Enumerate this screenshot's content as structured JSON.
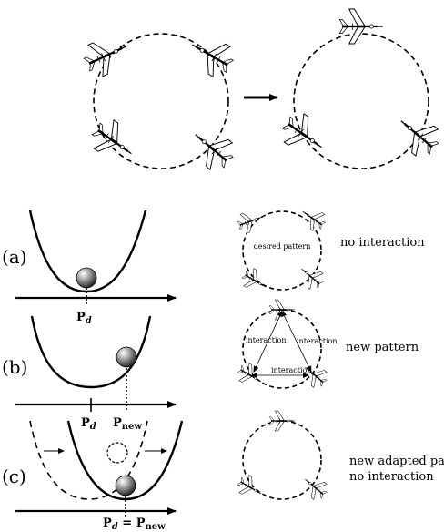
{
  "panels": {
    "a": "(a)",
    "b": "(b)",
    "c": "(c)"
  },
  "axis_labels": {
    "a_pd": "P",
    "a_pd_sub": "d",
    "b_pd": "P",
    "b_pd_sub": "d",
    "b_pnew": "P",
    "b_pnew_sub": "new",
    "c_pd": "P",
    "c_pd_sub": "d",
    "c_eq": " = P",
    "c_pnew_sub": "new"
  },
  "pattern_labels": {
    "desired": "desired pattern",
    "no_interaction": "no interaction",
    "new_pattern": "new pattern",
    "new_adapted": "new adapted pattern",
    "no_interaction_2": "no interaction"
  },
  "interaction_labels": {
    "left": "interaction",
    "right": "interaction",
    "bottom": "interaction"
  },
  "icons": [
    "aircraft-icon",
    "ball-icon",
    "arrow-icon"
  ]
}
